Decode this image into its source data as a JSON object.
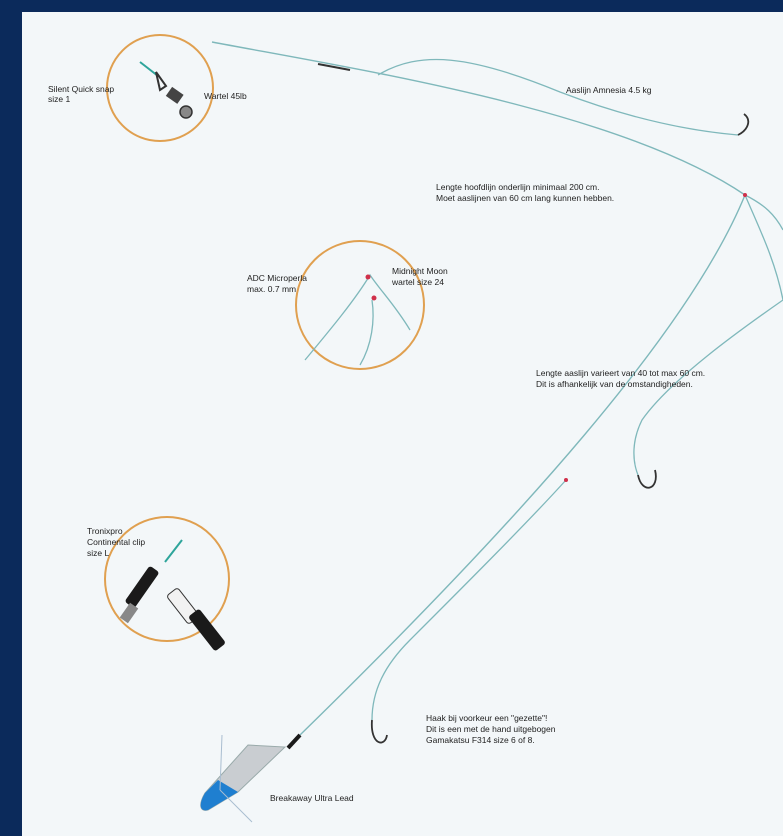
{
  "labels": {
    "snap": [
      "Silent Quick snap",
      "size 1"
    ],
    "swivel": "Wartel 45lb",
    "hooklink": "Aaslijn Amnesia 4.5 kg",
    "mainline_length": [
      "Lengte hoofdlijn onderlijn minimaal 200 cm.",
      "Moet aaslijnen van 60 cm lang kunnen hebben."
    ],
    "microperla": [
      "ADC Microperla",
      "max. 0.7 mm"
    ],
    "midnight": [
      "Midnight Moon",
      "wartel size 24"
    ],
    "hooklink_length": [
      "Lengte aaslijn varieert van 40 tot max 60 cm.",
      "Dit is afhankelijk van de omstandigheden."
    ],
    "clip": [
      "Tronixpro",
      "Continental clip",
      "size L"
    ],
    "hook": [
      "Haak bij voorkeur een \"gezette\"!",
      "Dit is een met de hand uitgebogen",
      "Gamakatsu F314 size 6 of 8."
    ],
    "lead": "Breakaway Ultra Lead"
  },
  "colors": {
    "background": "#0b2a5b",
    "panel": "#f3f7f9",
    "line": "#7fb8bb",
    "circle": "#e0a050",
    "bead": "#d0304a",
    "lead_blue": "#1f7fd0",
    "lead_grey": "#c9cdd1",
    "hook": "#333333"
  }
}
